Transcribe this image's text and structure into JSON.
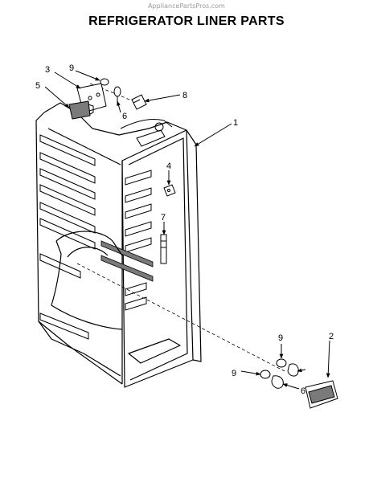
{
  "header": {
    "watermark": "AppliancePartsPros.com",
    "title": "REFRIGERATOR LINER PARTS"
  },
  "callouts": [
    {
      "id": "c1",
      "text": "1"
    },
    {
      "id": "c2",
      "text": "2"
    },
    {
      "id": "c3",
      "text": "3"
    },
    {
      "id": "c4",
      "text": "4"
    },
    {
      "id": "c5",
      "text": "5"
    },
    {
      "id": "c6a",
      "text": "6"
    },
    {
      "id": "c6b",
      "text": "6"
    },
    {
      "id": "c7",
      "text": "7"
    },
    {
      "id": "c8",
      "text": "8"
    },
    {
      "id": "c9a",
      "text": "9"
    },
    {
      "id": "c9b",
      "text": "9"
    },
    {
      "id": "c9c",
      "text": "9"
    }
  ],
  "colors": {
    "line": "#000000",
    "shade": "#7a7a7a",
    "background": "#ffffff"
  }
}
